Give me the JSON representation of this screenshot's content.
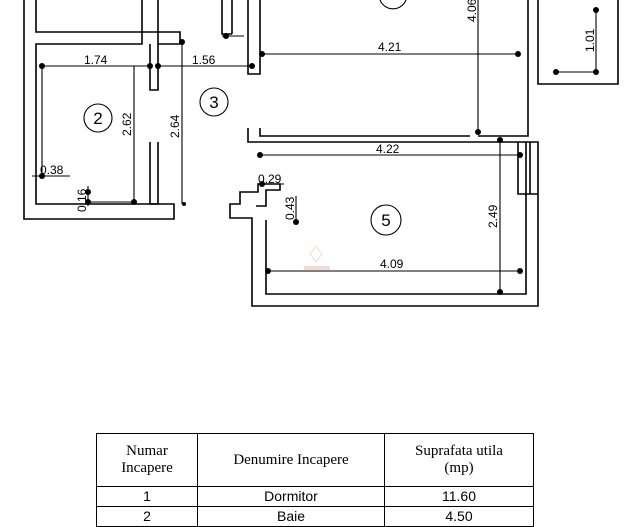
{
  "plan": {
    "rooms": [
      {
        "number": "2"
      },
      {
        "number": "3"
      },
      {
        "number": "5"
      }
    ],
    "dimensions": {
      "d_174": "1.74",
      "d_156": "1.56",
      "d_421": "4.21",
      "d_406": "4.06",
      "d_101": "1.01",
      "d_262": "2.62",
      "d_264": "2.64",
      "d_038": "0.38",
      "d_016": "0.16",
      "d_422": "4.22",
      "d_029": "0.29",
      "d_043": "0.43",
      "d_249": "2.49",
      "d_409": "4.09"
    }
  },
  "table": {
    "headers": [
      "Numar Incapere",
      "Denumire Incapere",
      "Suprafata utila (mp)"
    ],
    "rows": [
      {
        "num": "1",
        "name": "Dormitor",
        "area": "11.60"
      },
      {
        "num": "2",
        "name": "Baie",
        "area": "4.50"
      }
    ]
  }
}
